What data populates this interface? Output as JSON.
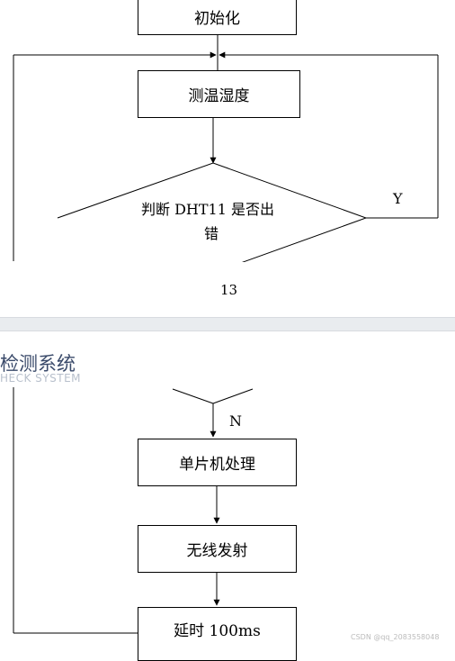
{
  "page1": {
    "steps": {
      "init": "初始化",
      "measure": "测温湿度",
      "decision_line1": "判断 DHT11 是否出",
      "decision_line2": "错",
      "yes_label": "Y"
    },
    "page_number": "13"
  },
  "page2": {
    "header": {
      "title": "检测系统",
      "subtitle": "HECK SYSTEM"
    },
    "steps": {
      "no_label": "N",
      "mcu": "单片机处理",
      "wireless": "无线发射",
      "delay": "延时 100ms"
    }
  },
  "watermark": "CSDN @qq_2083558048"
}
